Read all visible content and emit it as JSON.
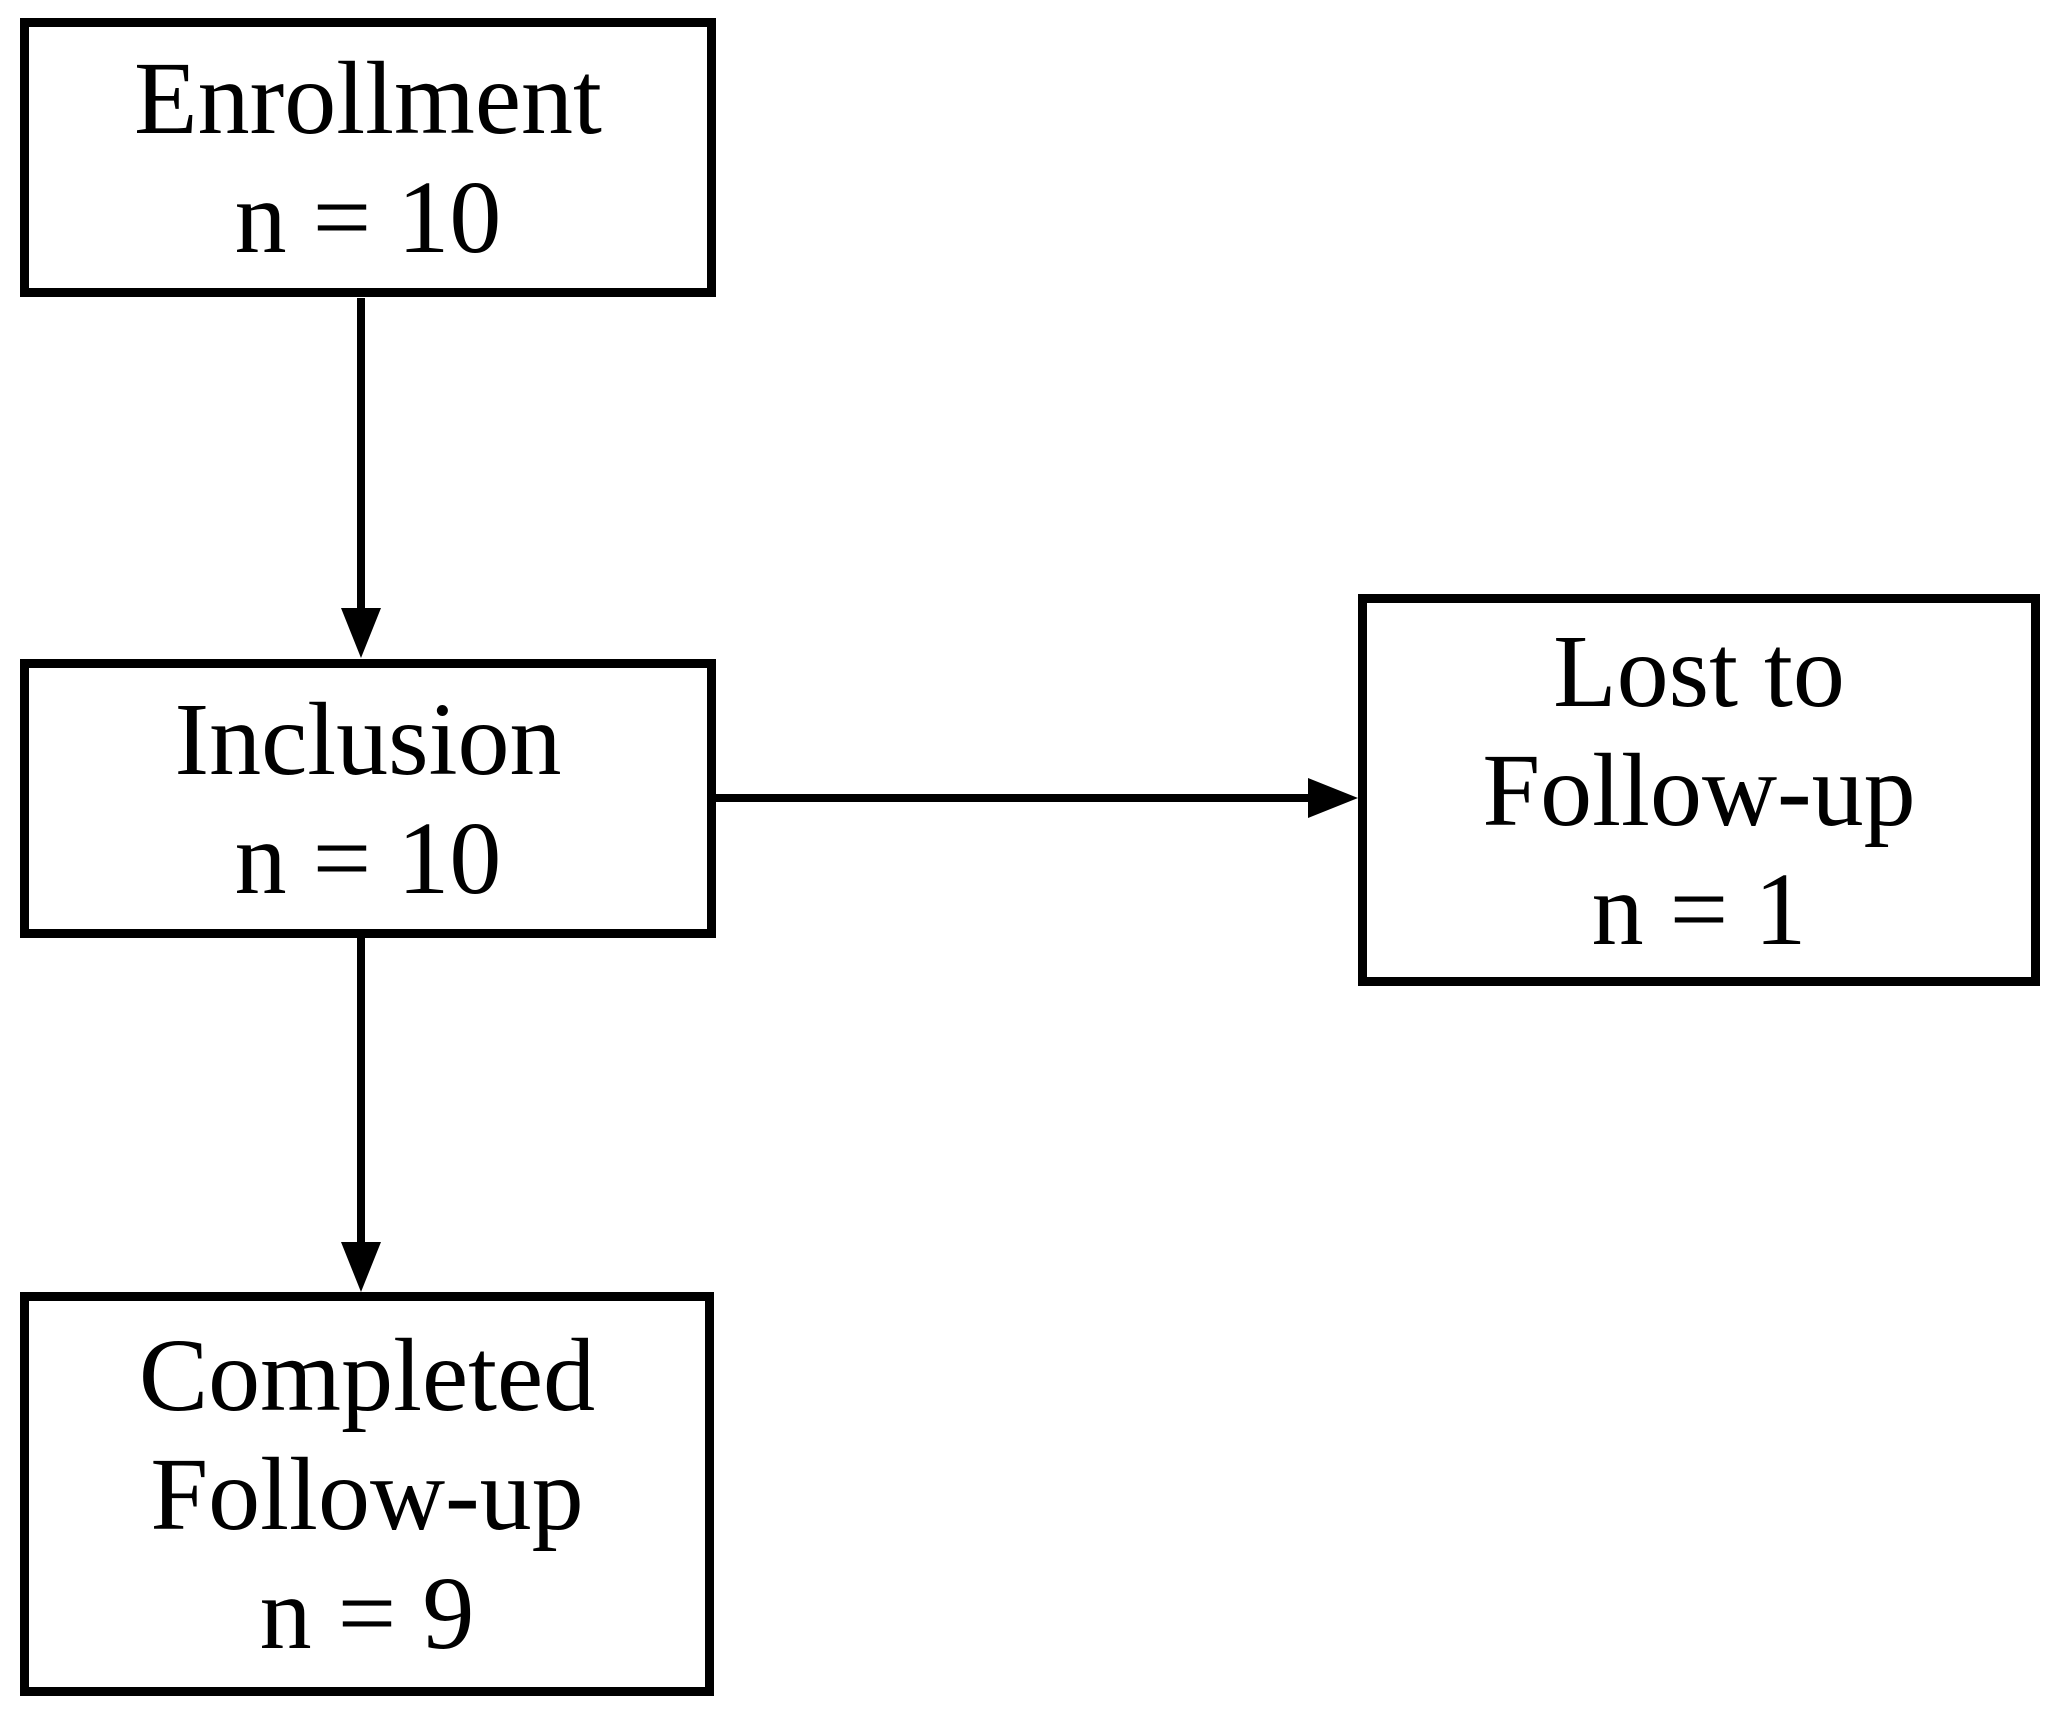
{
  "figure": {
    "type": "flowchart",
    "background_color": "#ffffff",
    "line_color": "#000000",
    "nodes": [
      {
        "id": "enrollment",
        "lines": [
          "Enrollment",
          "n = 10"
        ],
        "label": "Enrollment",
        "n_value": "10"
      },
      {
        "id": "inclusion",
        "lines": [
          "Inclusion",
          "n = 10"
        ],
        "label": "Inclusion",
        "n_value": "10"
      },
      {
        "id": "lost_to_follow_up",
        "lines": [
          "Lost to",
          "Follow-up",
          "n = 1"
        ],
        "label": "Lost to Follow-up",
        "n_value": "1"
      },
      {
        "id": "completed_follow_up",
        "lines": [
          "Completed",
          "Follow-up",
          "n = 9"
        ],
        "label": "Completed Follow-up",
        "n_value": "9"
      }
    ],
    "edges": [
      {
        "from": "enrollment",
        "to": "inclusion",
        "direction": "down"
      },
      {
        "from": "inclusion",
        "to": "lost_to_follow_up",
        "direction": "right"
      },
      {
        "from": "inclusion",
        "to": "completed_follow_up",
        "direction": "down"
      }
    ]
  }
}
